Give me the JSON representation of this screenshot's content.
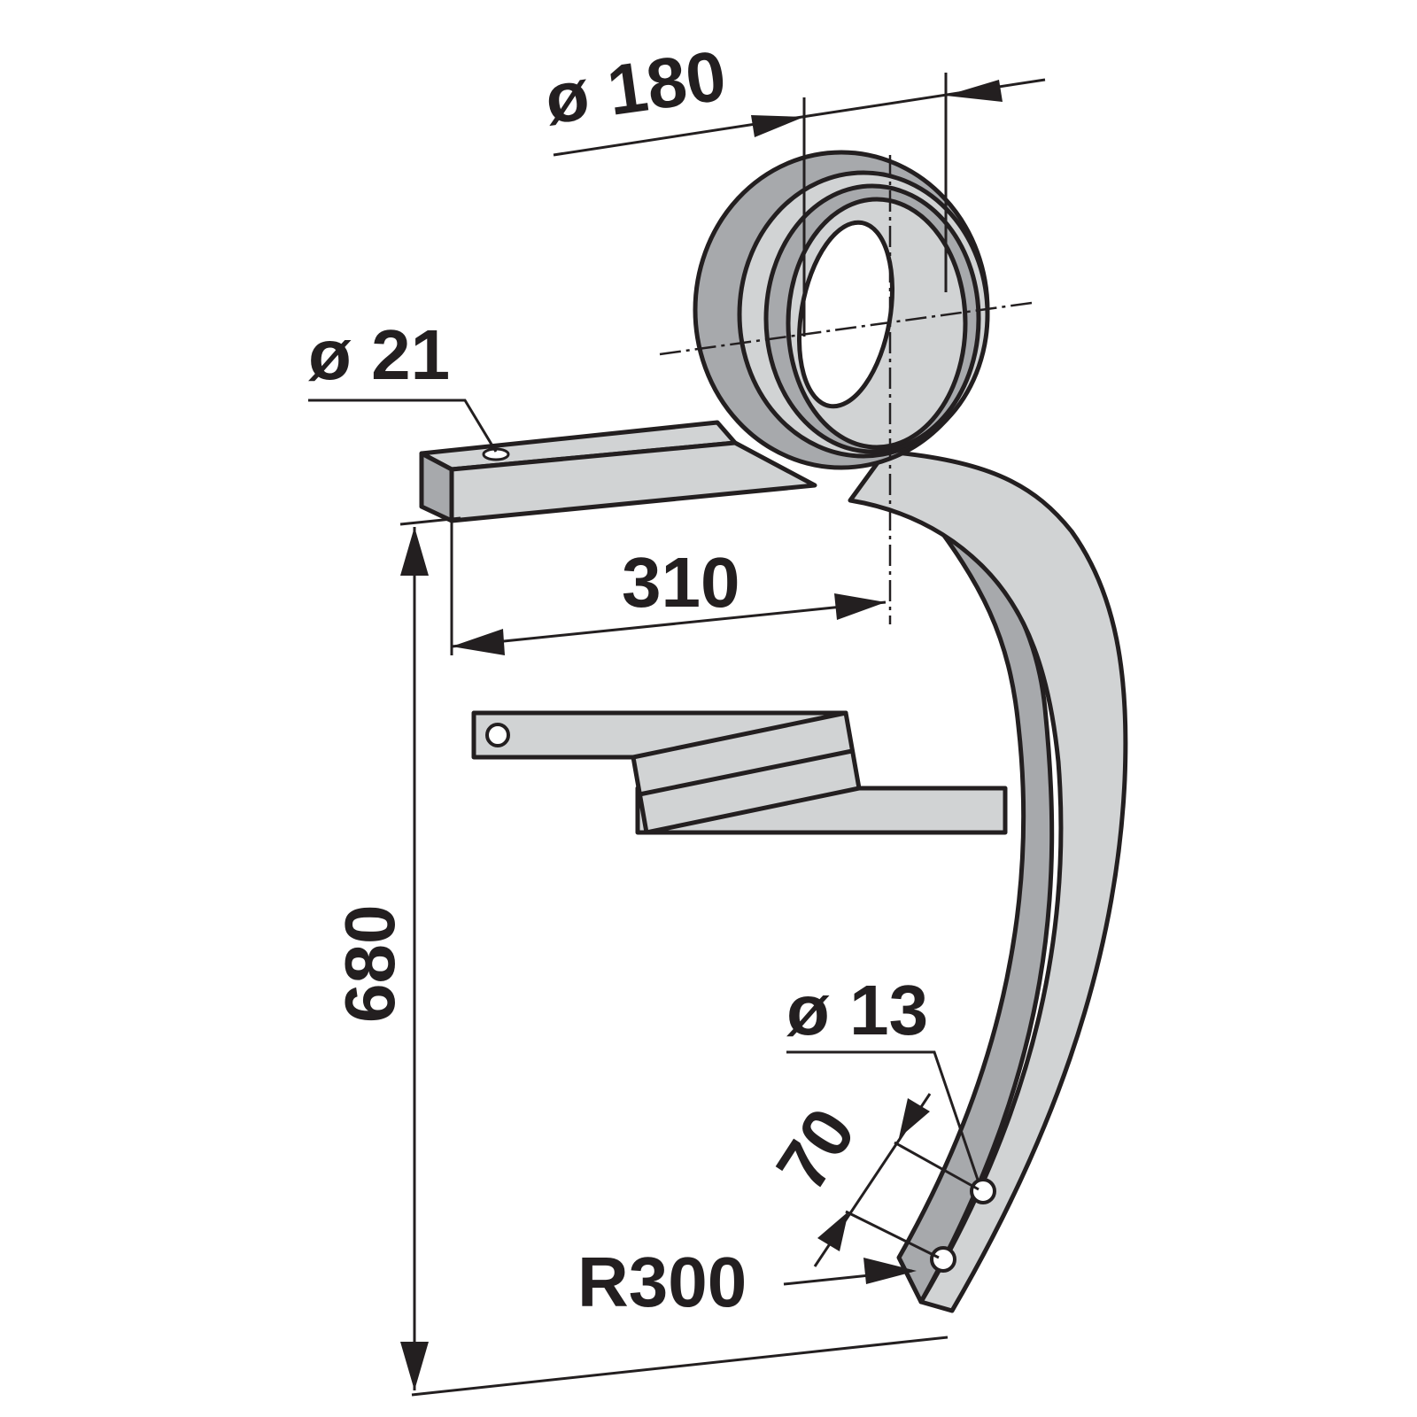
{
  "drawing": {
    "title": "Spring tine technical drawing",
    "dimensions": {
      "coil_diameter": "ø 180",
      "bar_hole_diameter": "ø 21",
      "bar_length": "310",
      "total_height": "680",
      "tip_hole_diameter": "ø 13",
      "hole_spacing": "70",
      "radius": "R300"
    },
    "colors": {
      "fill_light": "#d1d3d4",
      "fill_dark": "#a7a9ac",
      "line": "#231f20"
    }
  }
}
